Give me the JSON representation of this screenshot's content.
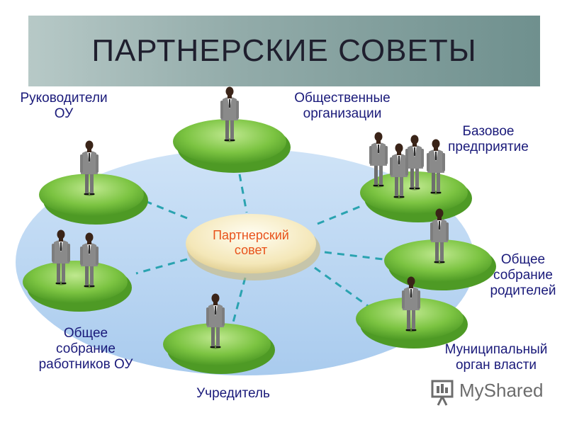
{
  "title": "ПАРТНЕРСКИЕ СОВЕТЫ",
  "center": "Партнерский\nсовет",
  "labels": {
    "leaders": "Руководители\nОУ",
    "public_orgs": "Общественные\nорганизации",
    "base_enterprise": "Базовое\nпредприятие",
    "parents": "Общее\nсобрание\nродителей",
    "municipal": "Муниципальный\nорган власти",
    "founder": "Учредитель",
    "staff": "Общее\nсобрание\nработников ОУ"
  },
  "logo": {
    "text": "MyShared",
    "icon": "presentation-board-icon"
  },
  "colors": {
    "title_bg": "#93acaa",
    "ellipse": "#b9d6f2",
    "platform": "#7cc442",
    "connector": "#2aa3b0",
    "center_text": "#e8531c",
    "label_text": "#1a1a7a"
  }
}
